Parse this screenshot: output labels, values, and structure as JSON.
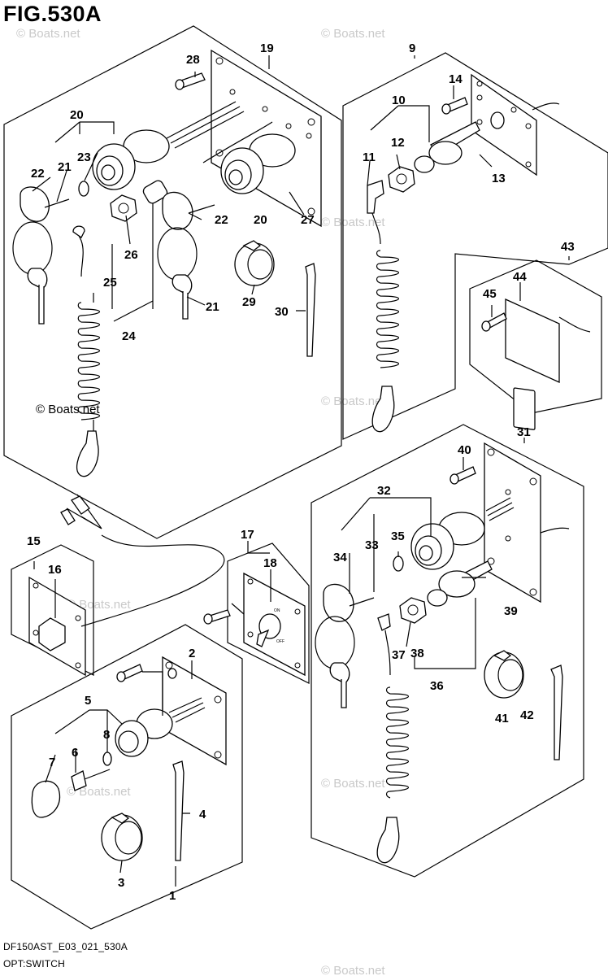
{
  "figure": {
    "title": "FIG.530A",
    "code": "DF150AST_E03_021_530A",
    "name": "OPT:SWITCH"
  },
  "watermarks": {
    "brand": "© Boats.net"
  },
  "callouts": {
    "c1": "1",
    "c2": "2",
    "c3": "3",
    "c4": "4",
    "c5": "5",
    "c6": "6",
    "c7": "7",
    "c8": "8",
    "c9": "9",
    "c10": "10",
    "c11": "11",
    "c12": "12",
    "c13": "13",
    "c14": "14",
    "c15": "15",
    "c16": "16",
    "c17": "17",
    "c18": "18",
    "c19": "19",
    "c20a": "20",
    "c20b": "20",
    "c21a": "21",
    "c21b": "21",
    "c22a": "22",
    "c22b": "22",
    "c23": "23",
    "c24": "24",
    "c25": "25",
    "c26": "26",
    "c27": "27",
    "c28": "28",
    "c29": "29",
    "c30": "30",
    "c31": "31",
    "c32": "32",
    "c33": "33",
    "c34": "34",
    "c35": "35",
    "c36": "36",
    "c37": "37",
    "c38": "38",
    "c39": "39",
    "c40": "40",
    "c41": "41",
    "c42": "42",
    "c43": "43",
    "c44": "44",
    "c45": "45"
  },
  "switch_marks": {
    "on": "ON",
    "off": "OFF"
  }
}
